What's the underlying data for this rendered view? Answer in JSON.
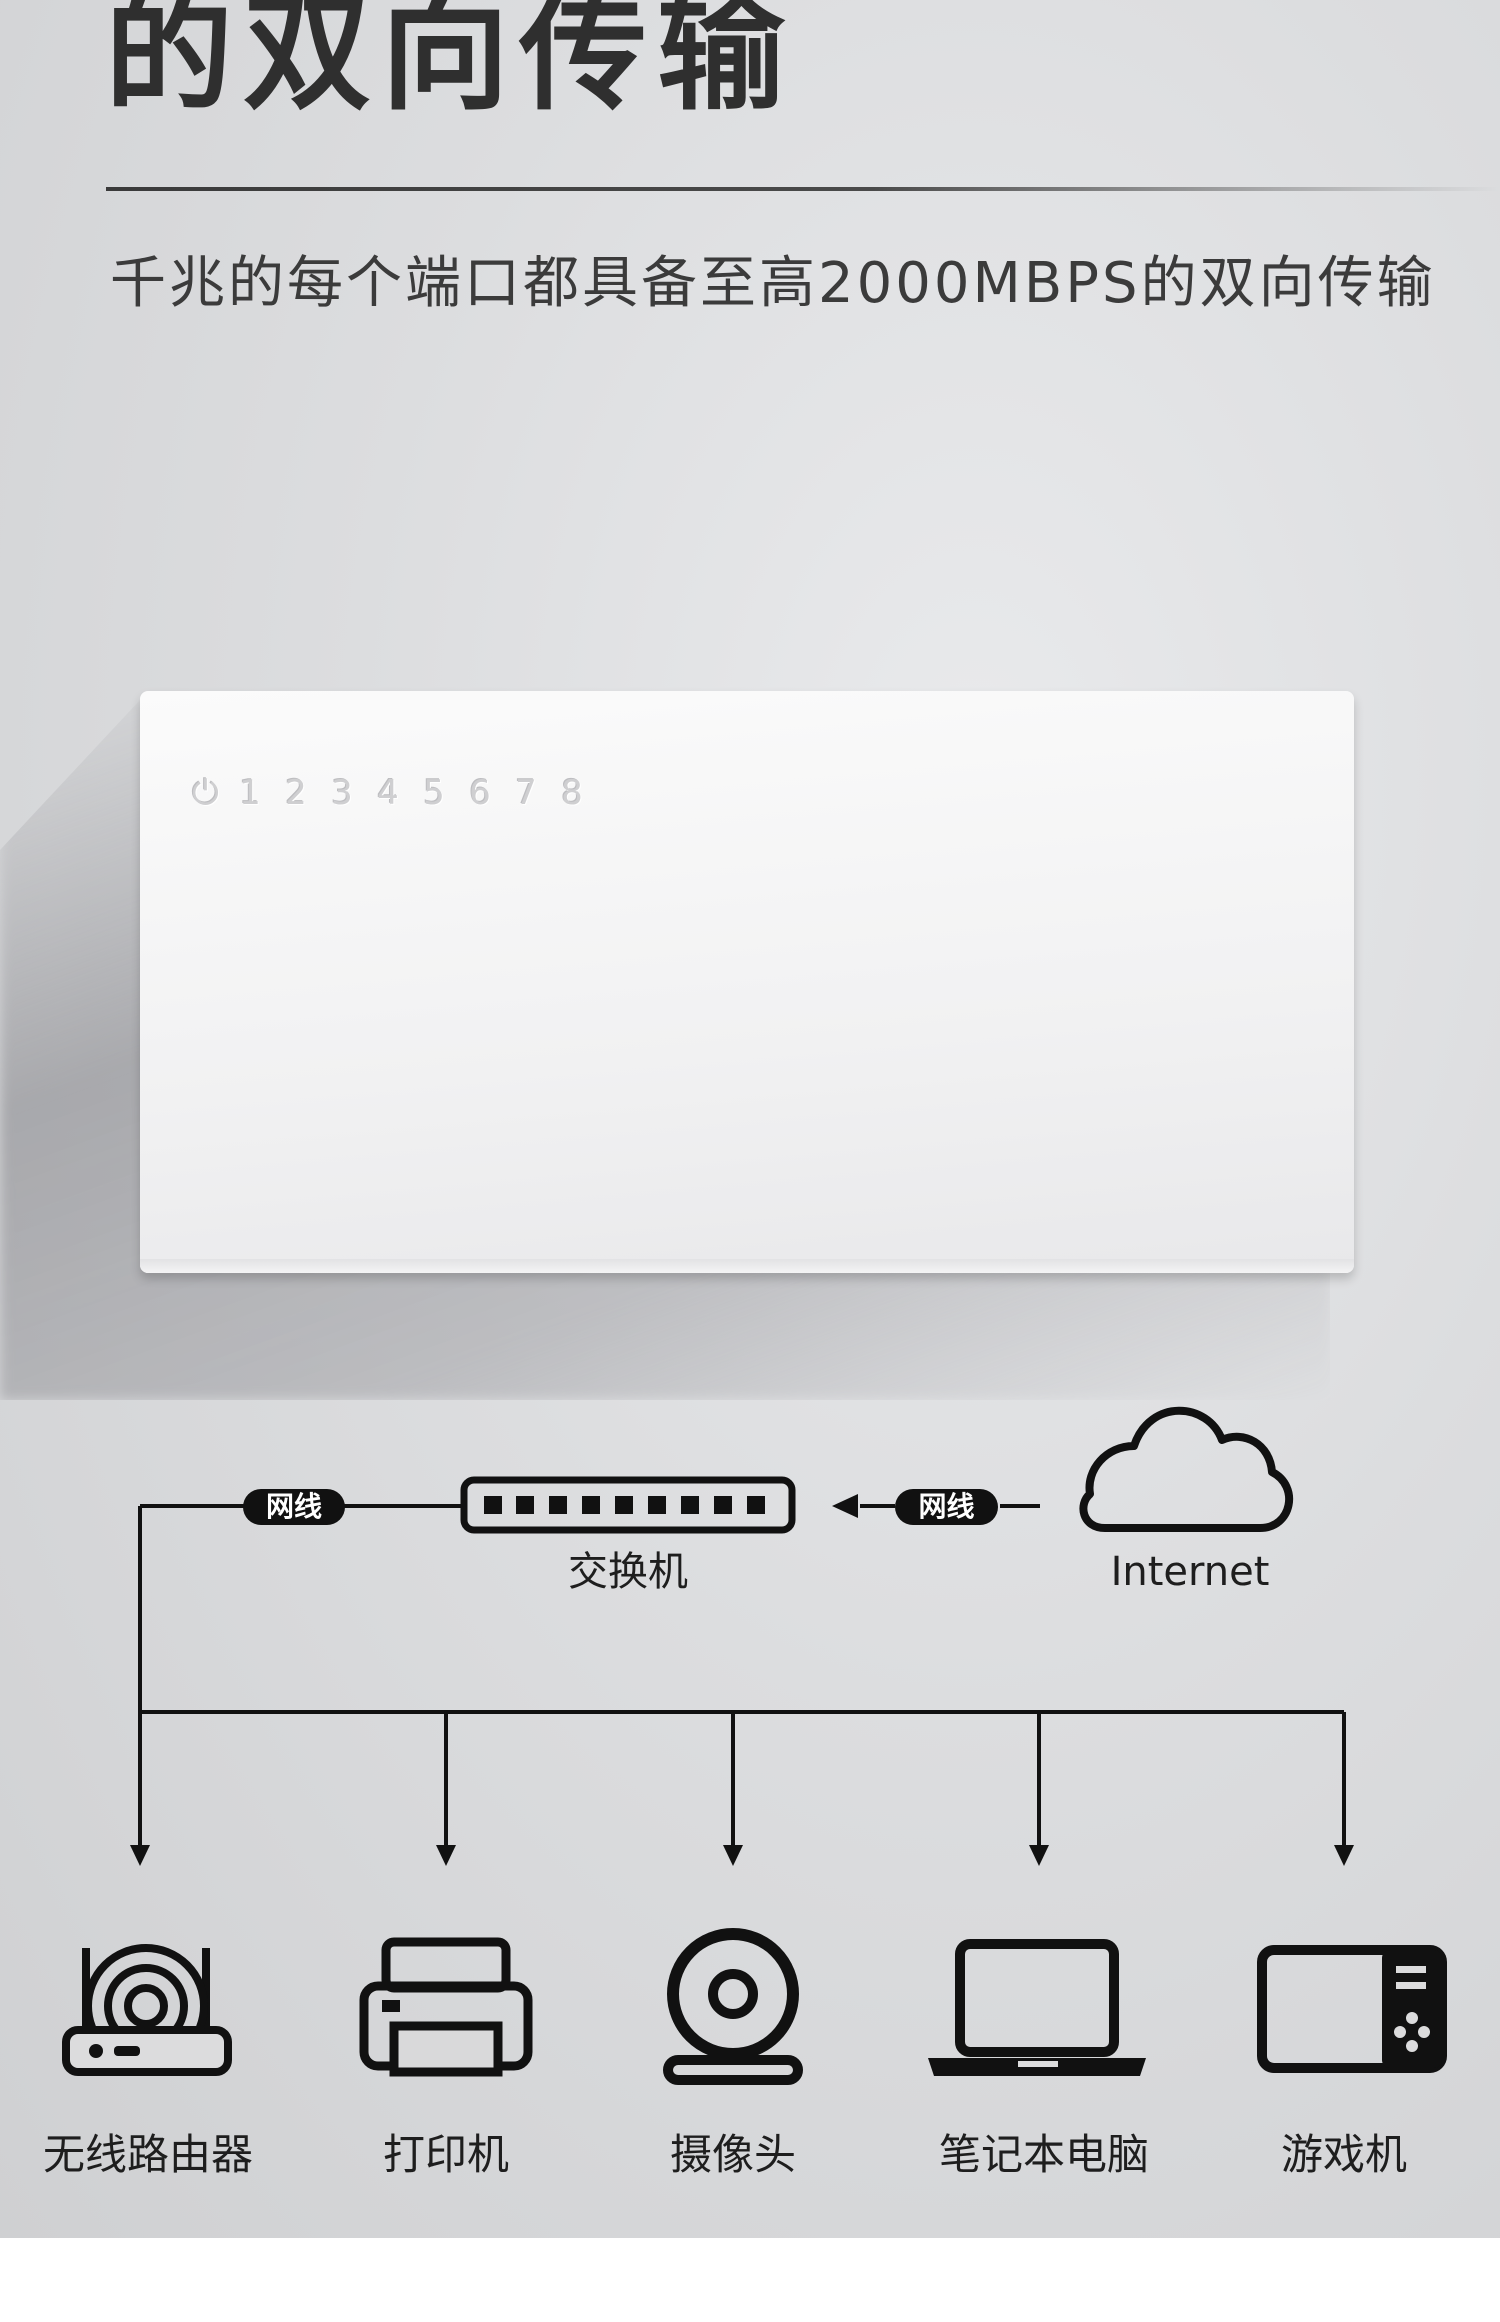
{
  "headline": "的双向传输",
  "subtitle": "千兆的每个端口都具备至高2000MBPS的双向传输",
  "device": {
    "power_symbol": "⏻",
    "port_numbers": [
      "1",
      "2",
      "3",
      "4",
      "5",
      "6",
      "7",
      "8"
    ]
  },
  "diagram": {
    "cable_label_left": "网线",
    "cable_label_right": "网线",
    "switch_label": "交换机",
    "internet_label": "Internet",
    "endpoints": [
      {
        "label": "无线路由器",
        "icon": "router-icon"
      },
      {
        "label": "打印机",
        "icon": "printer-icon"
      },
      {
        "label": "摄像头",
        "icon": "webcam-icon"
      },
      {
        "label": "笔记本电脑",
        "icon": "laptop-icon"
      },
      {
        "label": "游戏机",
        "icon": "game-console-icon"
      }
    ]
  },
  "colors": {
    "ink": "#111111",
    "headline": "#2f2f2f",
    "device_body": "#f4f4f5"
  }
}
